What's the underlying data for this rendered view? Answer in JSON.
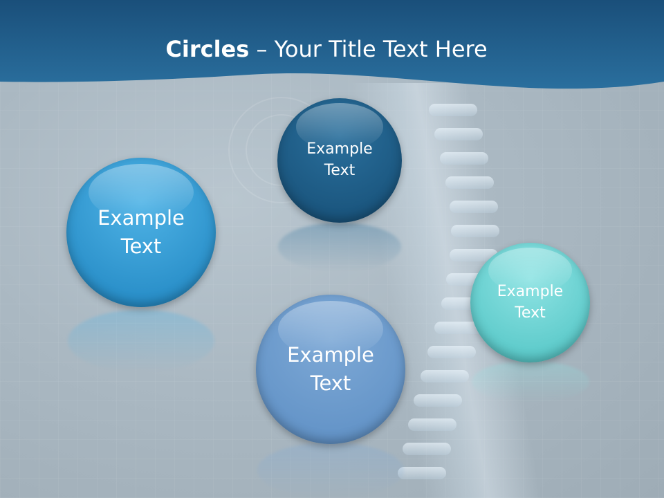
{
  "slide": {
    "title_bold": "Circles",
    "title_rest": " – Your Title Text Here"
  },
  "circles": [
    {
      "id": "left",
      "text": "Example\nText",
      "color_top": "#4fb3e6",
      "color_bottom": "#1d83bf"
    },
    {
      "id": "top",
      "text": "Example\nText",
      "color_top": "#2a6f9c",
      "color_bottom": "#154d74"
    },
    {
      "id": "bottom",
      "text": "Example\nText",
      "color_top": "#7ea9d6",
      "color_bottom": "#5b8dc3"
    },
    {
      "id": "right",
      "text": "Example\nText",
      "color_top": "#8ee3e3",
      "color_bottom": "#4cc2c2"
    }
  ],
  "colors": {
    "header_dark": "#1a4f7a",
    "header_light": "#2a6f9e"
  }
}
